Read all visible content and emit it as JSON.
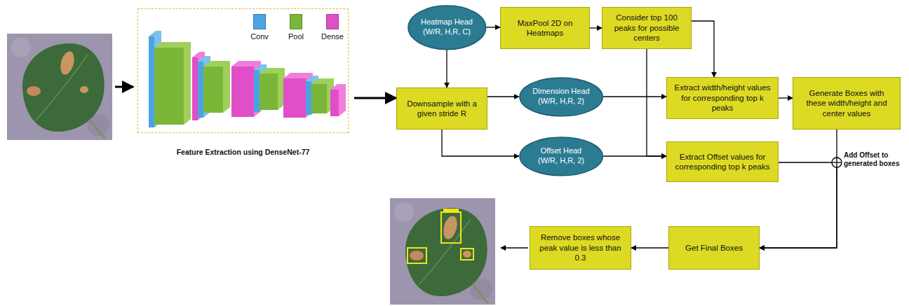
{
  "diagram": {
    "nodes": [
      {
        "text": [
          "Feature Extraction using DenseNet-77"
        ]
      },
      {
        "text": [
          "Heatmap Head (W/R, H,R, C)"
        ]
      },
      {
        "text": [
          "MaxPool 2D on Heatmaps"
        ]
      },
      {
        "text": [
          "Consider top 100 peaks for possible centers"
        ]
      },
      {
        "text": [
          "Downsample with a given stride R"
        ]
      },
      {
        "text": [
          "Dimension Head (W/R, H,R, 2)"
        ]
      },
      {
        "text": [
          "Extract width/height values for corresponding top k peaks"
        ]
      },
      {
        "text": [
          "Generate Boxes with these width/height and center values"
        ]
      },
      {
        "text": [
          "Offset Head (W/R, H,R, 2)"
        ]
      },
      {
        "text": [
          "Extract Offset values for corresponding top k peaks"
        ]
      },
      {
        "text": [
          "Get Final Boxes"
        ]
      },
      {
        "text": [
          "Remove boxes whose peak value is less than 0.3"
        ]
      }
    ],
    "edges": [
      {
        "from": 0,
        "to": 4,
        "arrow": "to"
      },
      {
        "from": 1,
        "to": 2,
        "arrow": "to"
      },
      {
        "from": 2,
        "to": 3,
        "arrow": "to"
      },
      {
        "from": 1,
        "to": 4,
        "arrow": "to"
      },
      {
        "from": 4,
        "to": 5,
        "arrow": "to"
      },
      {
        "from": 4,
        "to": 8,
        "arrow": "to"
      },
      {
        "from": 3,
        "to": 6,
        "arrow": "to"
      },
      {
        "from": 3,
        "to": 9,
        "arrow": "to"
      },
      {
        "from": 5,
        "to": 6,
        "arrow": "to"
      },
      {
        "from": 8,
        "to": 9,
        "arrow": "to"
      },
      {
        "from": 6,
        "to": 7,
        "arrow": "to"
      },
      {
        "from": 7,
        "to": 10,
        "arrow": "to"
      },
      {
        "from": 9,
        "to": 10,
        "arrow": "to"
      },
      {
        "from": 10,
        "to": 11,
        "arrow": "to"
      }
    ],
    "labels": [
      "Add Offset to generated boxes"
    ],
    "legend": [
      {
        "text": "Conv",
        "color": "#4ba3e3"
      },
      {
        "text": "Pool",
        "color": "#7ab739"
      },
      {
        "text": "Dense",
        "color": "#e04fc8"
      }
    ]
  }
}
